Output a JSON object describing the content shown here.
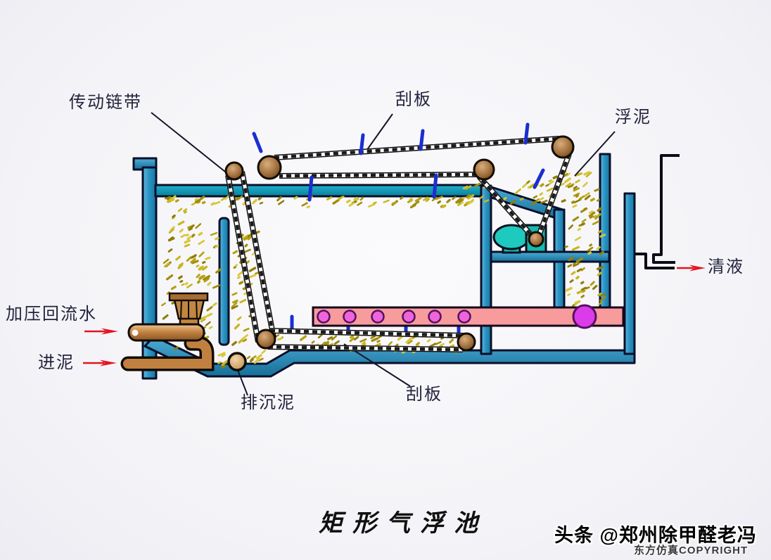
{
  "diagram": {
    "labels": {
      "drive_chain": "传动链带",
      "scraper_top": "刮板",
      "scum": "浮泥",
      "clear_liquid": "清液",
      "pressurized_return_water": "加压回流水",
      "sludge_inlet": "进泥",
      "sediment_discharge": "排沉泥",
      "scraper_bottom": "刮板"
    },
    "caption": "矩形气浮池",
    "colors": {
      "tank_blue": "#2395c6",
      "rail_teal": "#119fc0",
      "pipe_brown": "#c08040",
      "diffuser_pink": "#f79b9d",
      "bubble_magenta": "#e45fd8",
      "scum_yellow": "#c9b61f",
      "arrow_red": "#e31420",
      "chain_pin_blue": "#1b2ed0",
      "motor_teal": "#1ec9bd"
    }
  },
  "watermark": {
    "line1": "头条 @郑州除甲醛老冯",
    "line2": "东方仿真COPYRIGHT"
  }
}
